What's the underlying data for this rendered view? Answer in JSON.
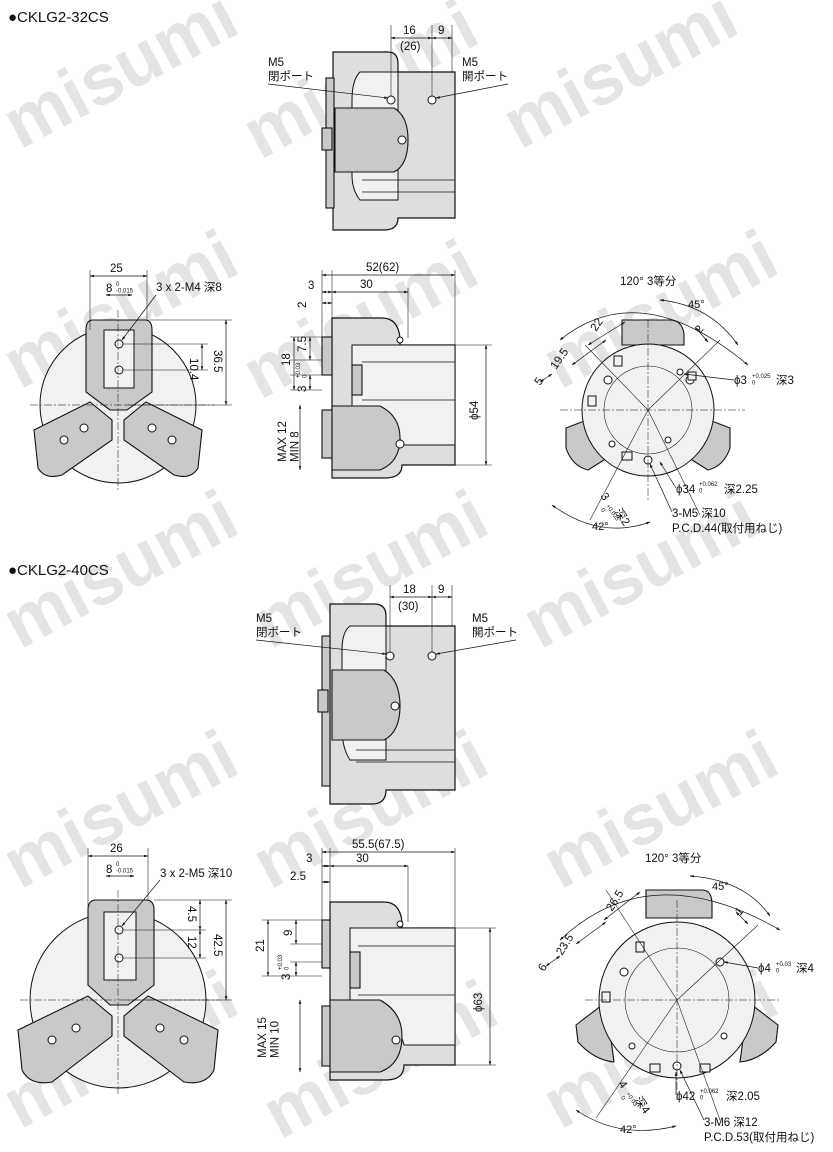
{
  "watermark": "misumi",
  "sections": [
    {
      "title": "●CKLG2-32CS",
      "top_view": {
        "dims": {
          "d16": "16",
          "d26": "(26)",
          "d9": "9"
        },
        "port_left": {
          "size": "M5",
          "label": "閉ポート"
        },
        "port_right": {
          "size": "M5",
          "label": "開ポート"
        }
      },
      "jaw_view": {
        "d25": "25",
        "d8": "8",
        "tol8": "0\n-0.015",
        "tap": "3 x 2-M4 深8",
        "d104": "10.4",
        "d365": "36.5"
      },
      "side_view": {
        "d52": "52(62)",
        "d30": "30",
        "d3": "3",
        "d2": "2",
        "d75": "7.5",
        "d18": "18",
        "d3b": "3",
        "tol3": "+0.03\n0",
        "stroke": "MAX 12\nMIN 8",
        "phi": "ϕ54"
      },
      "face_view": {
        "angle": "120° 3等分",
        "a45": "45°",
        "d22": "22",
        "d195": "19.5",
        "d5": "5",
        "d2": "2",
        "pin": "ϕ3",
        "pin_tol": "+0.025\n0",
        "pin_depth": "深3",
        "bore": "ϕ34",
        "bore_tol": "+0.062\n0",
        "bore_depth": "深2.25",
        "keyw": "3",
        "keyw_tol": "+0.025\n0",
        "keyw_depth": "深2",
        "a42": "42°",
        "mount": "3-M5 深10",
        "pcd": "P.C.D.44(取付用ねじ)"
      }
    },
    {
      "title": "●CKLG2-40CS",
      "top_view": {
        "dims": {
          "d18": "18",
          "d30": "(30)",
          "d9": "9"
        },
        "port_left": {
          "size": "M5",
          "label": "閉ポート"
        },
        "port_right": {
          "size": "M5",
          "label": "開ポート"
        }
      },
      "jaw_view": {
        "d26": "26",
        "d8": "8",
        "tol8": "0\n-0.015",
        "tap": "3 x 2-M5 深10",
        "d45": "4.5",
        "d12": "12",
        "d425": "42.5"
      },
      "side_view": {
        "d555": "55.5(67.5)",
        "d30": "30",
        "d3": "3",
        "d25": "2.5",
        "d9": "9",
        "d21": "21",
        "d3b": "3",
        "tol3": "+0.03\n0",
        "stroke": "MAX 15\nMIN 10",
        "phi": "ϕ63"
      },
      "face_view": {
        "angle": "120° 3等分",
        "a45": "45°",
        "d265": "26.5",
        "d235": "23.5",
        "d6": "6",
        "d1": "1",
        "pin": "ϕ4",
        "pin_tol": "+0.03\n0",
        "pin_depth": "深4",
        "bore": "ϕ42",
        "bore_tol": "+0.062\n0",
        "bore_depth": "深2.05",
        "keyw": "4",
        "keyw_tol": "+0.03\n0",
        "keyw_depth": "深4",
        "a42": "42°",
        "mount": "3-M6 深12",
        "pcd": "P.C.D.53(取付用ねじ)"
      }
    }
  ]
}
